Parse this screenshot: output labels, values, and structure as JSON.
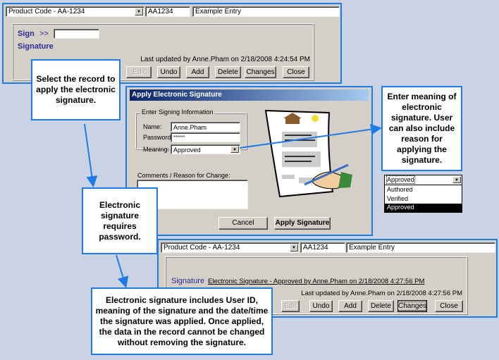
{
  "top_record": {
    "product_code": "Product Code - AA-1234",
    "code": "AA1234",
    "entry": "Example Entry",
    "sign_label": "Sign",
    "sign_arrow": ">>",
    "signature_label": "Signature",
    "last_updated": "Last updated by Anne.Pham on 2/18/2008 4:24:54 PM",
    "buttons": [
      "Edit",
      "Undo",
      "Add",
      "Delete",
      "Changes",
      "Close"
    ]
  },
  "dialog": {
    "title": "Apply Electronic Signature",
    "group_label": "Enter Signing Information",
    "name_label": "Name:",
    "name_value": "Anne.Pham",
    "password_label": "Password:",
    "password_value": "******",
    "meaning_label": "Meaning:",
    "meaning_value": "Approved",
    "comments_label": "Comments / Reason for Change:",
    "cancel": "Cancel",
    "apply": "Apply Signature"
  },
  "meaning_dropdown": {
    "selected": "Approved",
    "options": [
      "Authored",
      "Verified",
      "Approved"
    ]
  },
  "bottom_record": {
    "product_code": "Product Code - AA-1234",
    "code": "AA1234",
    "entry": "Example Entry",
    "signature_label": "Signature",
    "signature_value": "Electronic Signature - Approved by Anne.Pham on 2/18/2008 4:27:56 PM",
    "last_updated": "Last updated by Anne.Pham on 2/18/2008 4:27:56 PM",
    "buttons": [
      "Edit",
      "Undo",
      "Add",
      "Delete",
      "Changes",
      "Close"
    ]
  },
  "callouts": {
    "select_record": "Select the record to apply the electronic signature.",
    "requires_password": "Electronic signature requires password.",
    "meaning": "Enter meaning of electronic signature. User can also include reason for applying the signature.",
    "includes": "Electronic signature includes User ID, meaning of the signature and the date/time the signature was applied. Once applied, the data in the record cannot be changed without removing the signature."
  },
  "colors": {
    "accent": "#1e7be8",
    "window": "#d4d0c8",
    "label_blue": "#2a2a9a"
  }
}
